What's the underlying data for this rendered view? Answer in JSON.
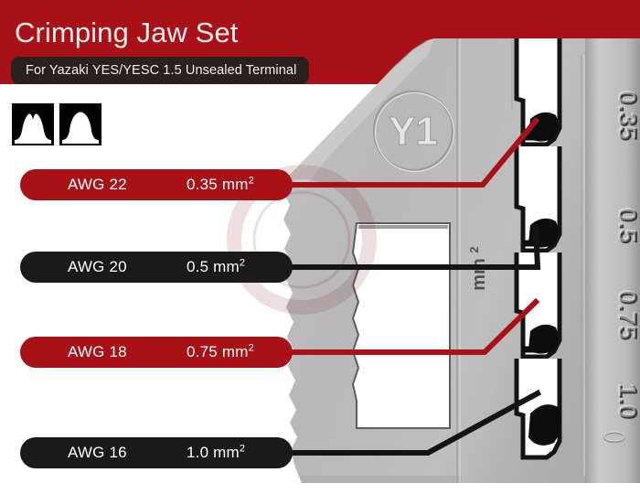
{
  "header": {
    "title": "Crimping Jaw Set",
    "subtitle": "For Yazaki YES/YESC 1.5 Unsealed Terminal",
    "band_color": "#a81118",
    "subtitle_pill_color": "#2b201e",
    "title_color": "#f3ece9"
  },
  "profile_icons": [
    {
      "name": "b-crimp-profile-icon",
      "label": "B-crimp double lobe cross-section"
    },
    {
      "name": "o-crimp-profile-icon",
      "label": "O-crimp single lobe cross-section"
    }
  ],
  "jaw": {
    "stamp_label": "Y1",
    "unit_label": "mm2",
    "unit_label_display": "mm",
    "unit_label_sup": "2",
    "die_markings": [
      "0.35",
      "0.5",
      "0.75",
      "1.0"
    ]
  },
  "callouts": [
    {
      "awg": "AWG 22",
      "area": "0.35",
      "unit": "mm",
      "unit_sup": "2",
      "color": "#a81118",
      "style": "red"
    },
    {
      "awg": "AWG 20",
      "area": "0.5",
      "unit": "mm",
      "unit_sup": "2",
      "color": "#1a1a1a",
      "style": "dark"
    },
    {
      "awg": "AWG 18",
      "area": "0.75",
      "unit": "mm",
      "unit_sup": "2",
      "color": "#a81118",
      "style": "red"
    },
    {
      "awg": "AWG 16",
      "area": "1.0",
      "unit": "mm",
      "unit_sup": "2",
      "color": "#1a1a1a",
      "style": "dark"
    }
  ],
  "colors": {
    "brand_red": "#a81118",
    "dark": "#1a1a1a",
    "metal_light": "#cfcfcf",
    "metal_mid": "#b6b6b6",
    "metal_dark": "#8f8f8f",
    "white": "#ffffff"
  }
}
